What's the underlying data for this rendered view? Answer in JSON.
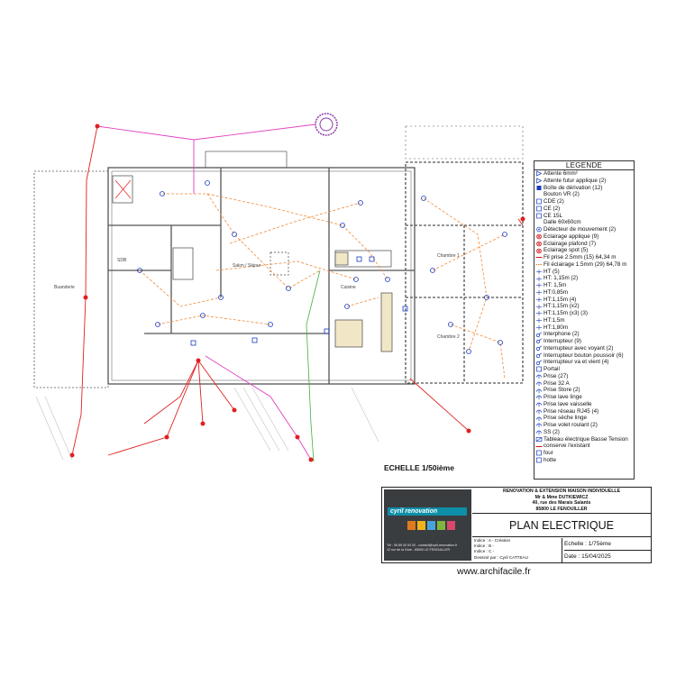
{
  "legend": {
    "title": "LEGENDE",
    "items": [
      {
        "label": "Attente 6mm²",
        "icon": "attente-symbol",
        "color": "#1a3cc0"
      },
      {
        "label": "Attente futur applique (2)",
        "icon": "applique-symbol",
        "color": "#1a3cc0"
      },
      {
        "label": "Boîte de dérivation (12)",
        "icon": "box-symbol",
        "color": "#1a3cc0"
      },
      {
        "label": "Bouton VR (2)",
        "icon": "none",
        "color": "#1a3cc0"
      },
      {
        "label": "CDE (2)",
        "icon": "square-symbol",
        "color": "#1a3cc0"
      },
      {
        "label": "CE (2)",
        "icon": "square-symbol",
        "color": "#1a3cc0"
      },
      {
        "label": "CE 15L",
        "icon": "square-symbol",
        "color": "#1a3cc0"
      },
      {
        "label": "Dalle 60x60cm",
        "icon": "none",
        "color": "#1a3cc0"
      },
      {
        "label": "Détecteur de mouvement (2)",
        "icon": "detector-symbol",
        "color": "#1a3cc0"
      },
      {
        "label": "Eclairage applique (9)",
        "icon": "light-symbol",
        "color": "#d01010"
      },
      {
        "label": "Eclairage plafond (7)",
        "icon": "light-symbol",
        "color": "#d01010"
      },
      {
        "label": "Eclairage spot (5)",
        "icon": "light-symbol",
        "color": "#d01010"
      },
      {
        "label": "Fil prise 2.5mm (15) 64,34 m",
        "icon": "line-symbol",
        "color": "#d01010"
      },
      {
        "label": "Fil éclairage 1.5mm (29) 64,78 m",
        "icon": "dash-symbol",
        "color": "#e08020"
      },
      {
        "label": "HT (5)",
        "icon": "ht-symbol",
        "color": "#1a3cc0"
      },
      {
        "label": "HT: 1,15m (2)",
        "icon": "ht-symbol",
        "color": "#1a3cc0"
      },
      {
        "label": "HT: 1,5m",
        "icon": "ht-symbol",
        "color": "#1a3cc0"
      },
      {
        "label": "HT:0,85m",
        "icon": "ht-symbol",
        "color": "#1a3cc0"
      },
      {
        "label": "HT:1,15m (4)",
        "icon": "ht-symbol",
        "color": "#1a3cc0"
      },
      {
        "label": "HT:1,15m (x2)",
        "icon": "ht-symbol",
        "color": "#1a3cc0"
      },
      {
        "label": "HT:1,15m (x3) (3)",
        "icon": "ht-symbol",
        "color": "#1a3cc0"
      },
      {
        "label": "HT:1,5m",
        "icon": "ht-symbol",
        "color": "#1a3cc0"
      },
      {
        "label": "HT:1,80m",
        "icon": "ht-symbol",
        "color": "#1a3cc0"
      },
      {
        "label": "Interphone (2)",
        "icon": "switch-symbol",
        "color": "#1a3cc0"
      },
      {
        "label": "Interrupteur (9)",
        "icon": "switch-symbol",
        "color": "#1a3cc0"
      },
      {
        "label": "Interrupteur avec voyant (2)",
        "icon": "switch-symbol",
        "color": "#1a3cc0"
      },
      {
        "label": "Interrupteur bouton poussoir (6)",
        "icon": "switch-symbol",
        "color": "#1a3cc0"
      },
      {
        "label": "Interrupteur va et vient (4)",
        "icon": "switch-symbol",
        "color": "#1a3cc0"
      },
      {
        "label": "Portail",
        "icon": "square-symbol",
        "color": "#1a3cc0"
      },
      {
        "label": "Prise (27)",
        "icon": "socket-symbol",
        "color": "#1a3cc0"
      },
      {
        "label": "Prise 32 A",
        "icon": "socket-symbol",
        "color": "#1a3cc0"
      },
      {
        "label": "Prise Store (2)",
        "icon": "socket-symbol",
        "color": "#1a3cc0"
      },
      {
        "label": "Prise lave linge",
        "icon": "socket-symbol",
        "color": "#1a3cc0"
      },
      {
        "label": "Prise lave vaisselle",
        "icon": "socket-symbol",
        "color": "#1a3cc0"
      },
      {
        "label": "Prise réseau RJ45 (4)",
        "icon": "socket-symbol",
        "color": "#1a3cc0"
      },
      {
        "label": "Prise sèche linge",
        "icon": "socket-symbol",
        "color": "#1a3cc0"
      },
      {
        "label": "Prise volet roulant (2)",
        "icon": "socket-symbol",
        "color": "#1a3cc0"
      },
      {
        "label": "SS (2)",
        "icon": "socket-symbol",
        "color": "#1a3cc0"
      },
      {
        "label": "Tableau électrique Basse Tension",
        "icon": "panel-symbol",
        "color": "#1a3cc0"
      },
      {
        "label": "conserve l'existant",
        "icon": "line-symbol",
        "color": "#d01010"
      },
      {
        "label": "four",
        "icon": "square-symbol",
        "color": "#1a3cc0"
      },
      {
        "label": "hotte",
        "icon": "square-symbol",
        "color": "#1a3cc0"
      }
    ]
  },
  "echelle_label": "ECHELLE 1/50ième",
  "title_block": {
    "company": "cyril renovation",
    "contact_lines": [
      "Tél : 06 85 00 00 00 - contact@cyril-renovation.fr",
      "12 rue de la Gare - 65000 LE FENOUILLER"
    ],
    "project_lines": [
      "RENOVATION & EXTENSION MAISON INDIVIDUELLE",
      "Mr & Mme DUTKIEWICZ",
      "40, rue des Marais Salants",
      "85800 LE FENOUILLER"
    ],
    "plan_title": "PLAN ELECTRIQUE",
    "indices": [
      "Indice : A - Création",
      "Indice : B -",
      "Indice : C -"
    ],
    "drawn_by": "Dessiné par : Cyril CATTEAU",
    "scale": "Echelle : 1/75ème",
    "date": "Date : 15/04/2025",
    "tile_colors": [
      "#e07a1f",
      "#f2b21b",
      "#4aa3d8",
      "#7fb53d",
      "#d8486b"
    ]
  },
  "watermark": "www.archifacile.fr",
  "plan_labels": {
    "salon": "Salon / Séjour",
    "cuisine": "Cuisine",
    "chambre1": "Chambre 1",
    "chambre2": "Chambre 2",
    "sdb": "SDB",
    "buanderie": "Buanderie"
  },
  "colors": {
    "wall": "#555555",
    "wire_socket": "#e02020",
    "wire_light": "#f08a3a",
    "wire_exist": "#e040c0",
    "wire_network": "#40b040",
    "symbol": "#1a3cc0"
  }
}
